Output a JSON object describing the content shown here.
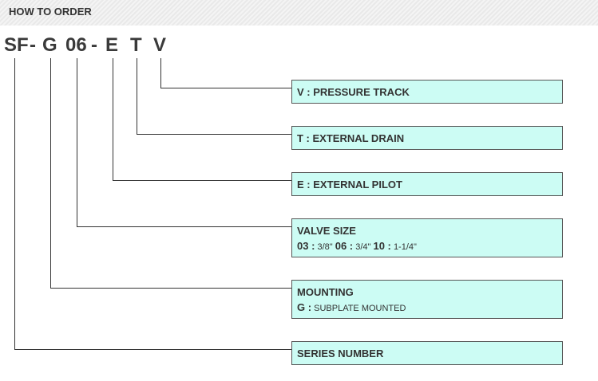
{
  "header": {
    "title": "HOW TO ORDER"
  },
  "model_code": {
    "sf": "SF",
    "dash1": "-",
    "g": "G",
    "size": "06",
    "dash2": "-",
    "e": "E",
    "t": "T",
    "v": "V"
  },
  "legend": {
    "pressure_track": "V : PRESSURE TRACK",
    "external_drain": "T : EXTERNAL DRAIN",
    "external_pilot": "E : EXTERNAL PILOT",
    "valve_size": {
      "title": "VALVE SIZE",
      "options": [
        {
          "code": "03 :",
          "value": "3/8\""
        },
        {
          "code": "06 :",
          "value": "3/4\""
        },
        {
          "code": "10 :",
          "value": "1-1/4\""
        }
      ]
    },
    "mounting": {
      "title": "MOUNTING",
      "code": "G :",
      "value": "SUBPLATE MOUNTED"
    },
    "series_number": "SERIES NUMBER"
  },
  "colors": {
    "box_fill": "#ccfcf4",
    "line": "#333333",
    "header_bg": "#eeeeee"
  }
}
